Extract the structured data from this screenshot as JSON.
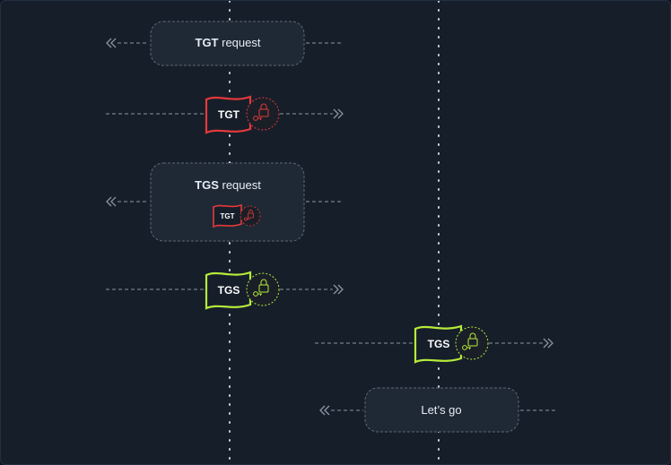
{
  "messages": {
    "tgt_request": {
      "bold": "TGT",
      "rest": " request"
    },
    "tgs_request": {
      "bold": "TGS",
      "rest": " request"
    },
    "lets_go": {
      "text": "Let’s go"
    }
  },
  "tokens": {
    "tgt": {
      "label": "TGT",
      "color": "#e5393a"
    },
    "tgs": {
      "label": "TGS",
      "color": "#b6ec3a"
    }
  },
  "colors": {
    "background": "#161e2a",
    "message_box": "#1f2935",
    "dashed_line": "#8b96a3",
    "lifeline": "#c7cfd8"
  },
  "icons": [
    "padlock-icon",
    "key-icon",
    "double-chevron-arrow-icon"
  ]
}
